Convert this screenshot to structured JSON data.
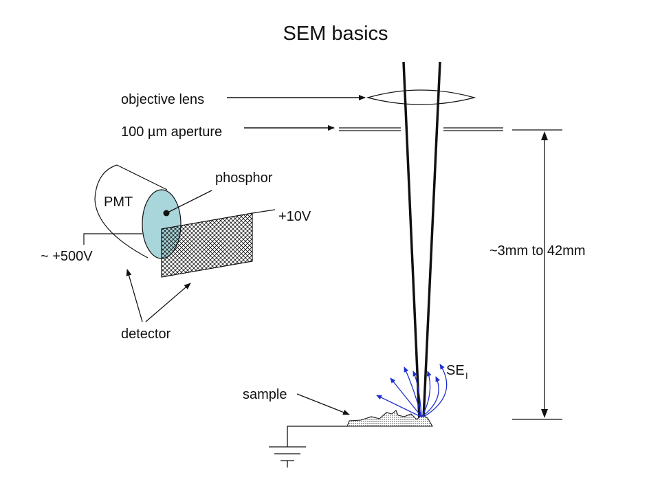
{
  "title": "SEM basics",
  "labels": {
    "objective_lens": "objective lens",
    "aperture": "100 µm aperture",
    "phosphor": "phosphor",
    "pmt": "PMT",
    "plus_10v": "+10V",
    "plus_500v": "~ +500V",
    "detector": "detector",
    "working_distance": "~3mm to 42mm",
    "se_main": "SE",
    "se_sub": "I",
    "sample": "sample"
  },
  "colors": {
    "phosphor_fill": "#a9d6db",
    "se_arrows": "#2030d0",
    "lines": "#111111"
  }
}
